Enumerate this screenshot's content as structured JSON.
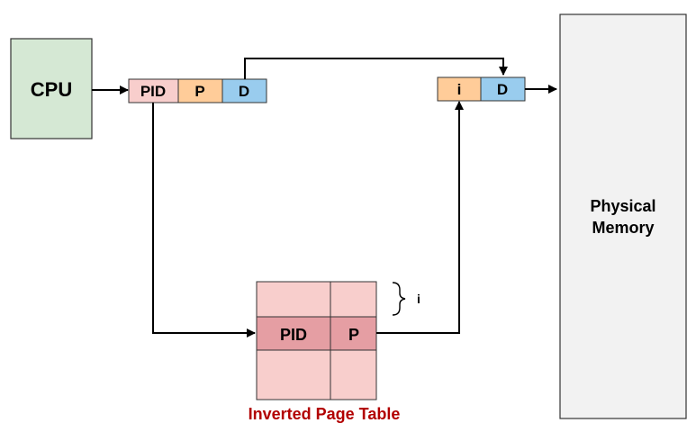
{
  "cpu": {
    "label": "CPU",
    "fill": "#d5e8d4"
  },
  "logical_address": {
    "pid": "PID",
    "page": "P",
    "offset": "D"
  },
  "physical_address": {
    "index": "i",
    "offset": "D"
  },
  "memory": {
    "line1": "Physical",
    "line2": "Memory",
    "fill": "#f2f2f2"
  },
  "page_table": {
    "pid": "PID",
    "page": "P",
    "index_label": "i",
    "caption": "Inverted Page Table",
    "caption_color": "#b20000",
    "cell_fill": "#f8cecc",
    "highlight_fill": "#e59ea3"
  },
  "colors": {
    "pid_fill": "#f8cecc",
    "page_fill": "#ffcc99",
    "offset_fill": "#99ccee"
  }
}
